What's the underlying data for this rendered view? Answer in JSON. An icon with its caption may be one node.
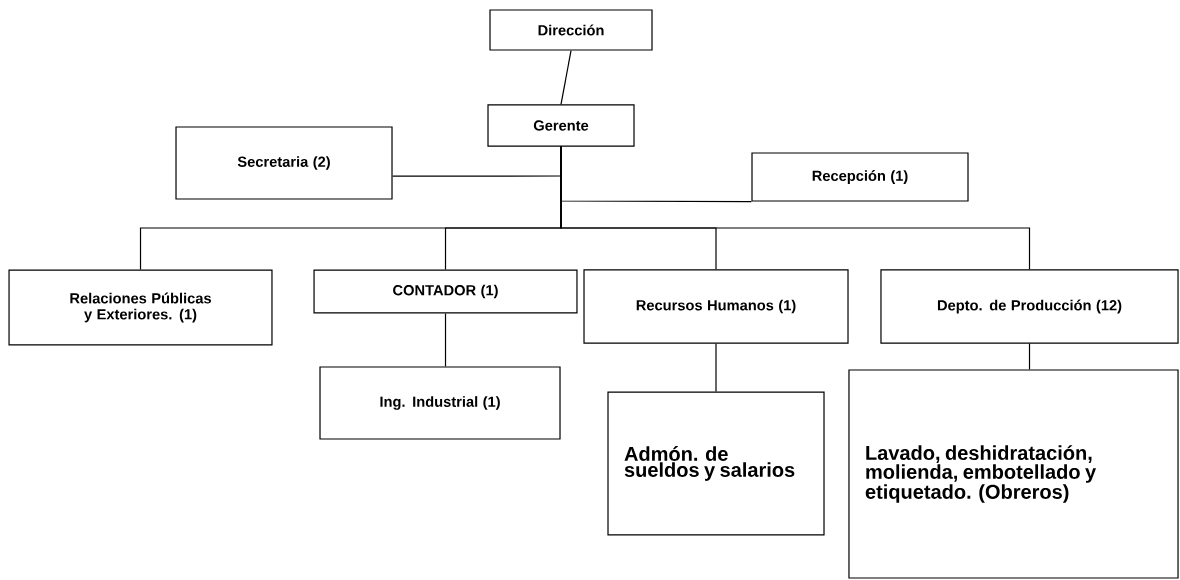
{
  "diagram": {
    "nodes": [
      {
        "text": [
          "Dirección"
        ]
      },
      {
        "text": [
          "Gerente"
        ]
      },
      {
        "text": [
          "Secretaria (2)"
        ]
      },
      {
        "text": [
          "Recepción (1)"
        ]
      },
      {
        "text": [
          "Relaciones Públicas y Exteriores. (1)"
        ]
      },
      {
        "text": [
          "CONTADOR (1)"
        ]
      },
      {
        "text": [
          "Recursos Humanos (1)"
        ]
      },
      {
        "text": [
          "Depto. de Producción (12)"
        ]
      },
      {
        "text": [
          "Ing. Industrial (1)"
        ]
      },
      {
        "text": [
          "Admón. de sueldos y salarios"
        ]
      },
      {
        "text": [
          "Lavado, deshidratación, molienda, embotellado y etiquetado. (Obreros)"
        ]
      }
    ],
    "edges": [
      {
        "from": 0,
        "to": 1,
        "arrow": "none"
      },
      {
        "from": 1,
        "to": 2,
        "arrow": "none"
      },
      {
        "from": 1,
        "to": 3,
        "arrow": "none"
      },
      {
        "from": 1,
        "to": 4,
        "arrow": "none"
      },
      {
        "from": 1,
        "to": 5,
        "arrow": "none"
      },
      {
        "from": 1,
        "to": 6,
        "arrow": "none"
      },
      {
        "from": 1,
        "to": 7,
        "arrow": "none"
      },
      {
        "from": 5,
        "to": 8,
        "arrow": "none"
      },
      {
        "from": 6,
        "to": 9,
        "arrow": "none"
      },
      {
        "from": 7,
        "to": 10,
        "arrow": "none"
      }
    ]
  }
}
